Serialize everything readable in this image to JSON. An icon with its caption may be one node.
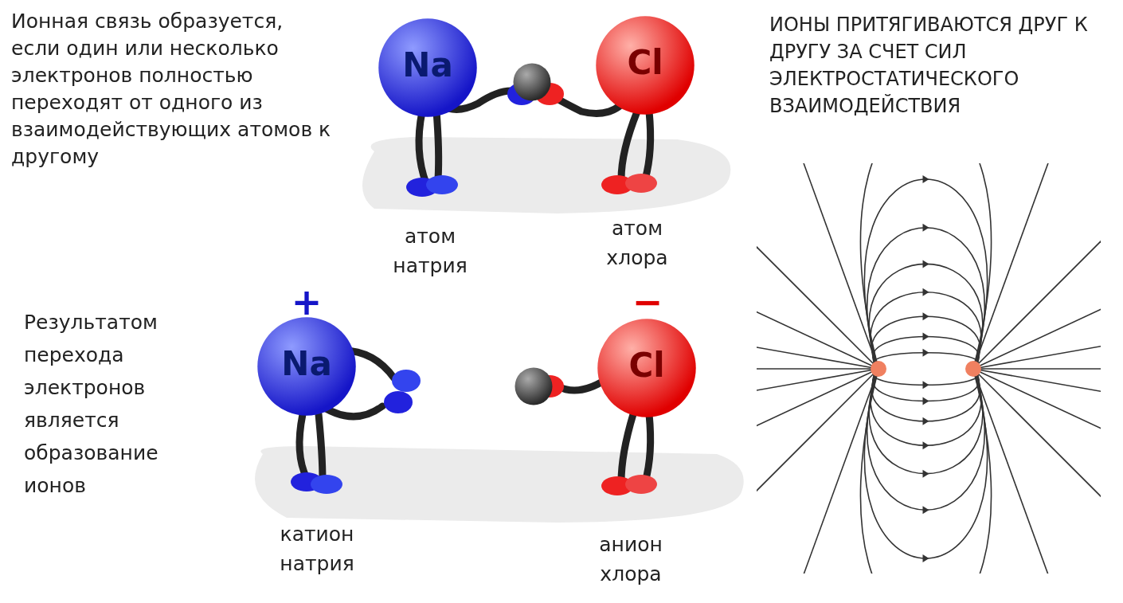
{
  "diagram": {
    "nodes": [
      {
        "text": [
          "Na"
        ]
      },
      {
        "text": [],
        "shape": "circle"
      },
      {
        "text": [
          "Cl"
        ]
      },
      {
        "text": [
          "Na"
        ],
        "beside": [
          "+"
        ]
      },
      {
        "text": [],
        "shape": "circle"
      },
      {
        "text": [
          "Cl"
        ],
        "beside": [
          "−"
        ]
      }
    ],
    "labels": [
      "Ионная связь образуется, если один или несколько электронов полностью переходят от одного из взаимодействующих атомов к другому",
      "ИОНЫ ПРИТЯГИВАЮТСЯ ДРУГ К ДРУГУ ЗА СЧЕТ СИЛ ЭЛЕКТРОСТАТИЧЕСКОГО ВЗАИМОДЕЙСТВИЯ",
      "атом натрия",
      "атом хлора",
      "Результатом перехода электронов является образование ионов",
      "катион натрия",
      "анион хлора"
    ]
  }
}
